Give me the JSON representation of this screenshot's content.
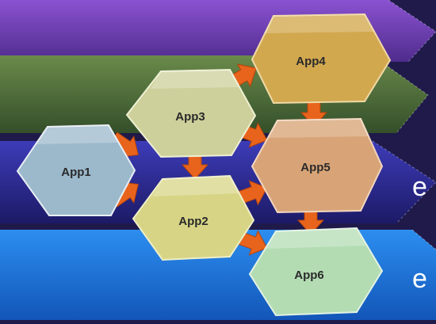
{
  "nodes": [
    {
      "id": "app1",
      "label": "App1",
      "color": "#9cb9cc"
    },
    {
      "id": "app2",
      "label": "App2",
      "color": "#d7d585"
    },
    {
      "id": "app3",
      "label": "App3",
      "color": "#cdd09a"
    },
    {
      "id": "app4",
      "label": "App4",
      "color": "#d2a84f"
    },
    {
      "id": "app5",
      "label": "App5",
      "color": "#d8a477"
    },
    {
      "id": "app6",
      "label": "App6",
      "color": "#b3dcb3"
    }
  ],
  "colors": {
    "background": "#1f1a4a",
    "band_purple": "#6b3fb0",
    "band_green": "#4b6b3a",
    "band_navy": "#2b2a8a",
    "band_blue": "#1f74d8",
    "arrow": "#e8641c"
  },
  "partial_text": {
    "band3": "e",
    "band4": "e"
  }
}
